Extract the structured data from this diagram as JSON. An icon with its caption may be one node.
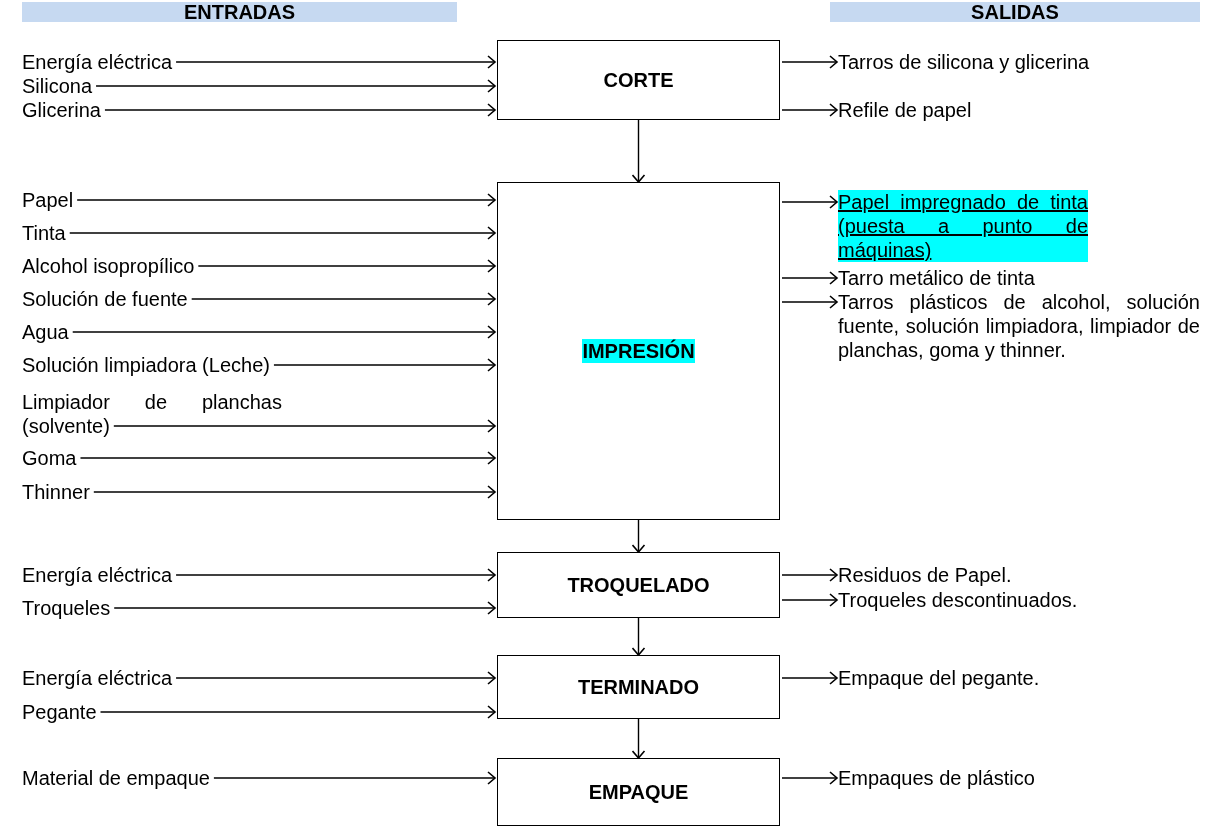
{
  "diagram": {
    "nodes": [
      {
        "text": [
          "ENTRADAS"
        ]
      },
      {
        "text": [
          "SALIDAS"
        ]
      },
      {
        "text": [
          "Energía eléctrica"
        ]
      },
      {
        "text": [
          "Silicona"
        ]
      },
      {
        "text": [
          "Glicerina"
        ]
      },
      {
        "text": [
          "CORTE"
        ]
      },
      {
        "text": [
          "Tarros de silicona y glicerina"
        ]
      },
      {
        "text": [
          "Refile de papel"
        ]
      },
      {
        "text": [
          "Papel"
        ]
      },
      {
        "text": [
          "Tinta"
        ]
      },
      {
        "text": [
          "Alcohol isopropílico"
        ]
      },
      {
        "text": [
          "Solución de fuente"
        ]
      },
      {
        "text": [
          "Agua"
        ]
      },
      {
        "text": [
          "Solución limpiadora (Leche)"
        ]
      },
      {
        "text": [
          "Limpiador de planchas (solvente)"
        ]
      },
      {
        "text": [
          "Goma"
        ]
      },
      {
        "text": [
          "Thinner"
        ]
      },
      {
        "text": [
          "IMPRESIÓN"
        ]
      },
      {
        "text": [
          "Papel impregnado de tinta (puesta a punto de máquinas)"
        ]
      },
      {
        "text": [
          "Tarro metálico de tinta"
        ]
      },
      {
        "text": [
          "Tarros plásticos de alcohol, solución fuente, solución limpiadora, limpiador de planchas, goma y thinner."
        ]
      },
      {
        "text": [
          "Energía eléctrica"
        ]
      },
      {
        "text": [
          "Troqueles"
        ]
      },
      {
        "text": [
          "TROQUELADO"
        ]
      },
      {
        "text": [
          "Residuos de Papel."
        ]
      },
      {
        "text": [
          "Troqueles descontinuados."
        ]
      },
      {
        "text": [
          "Energía eléctrica"
        ]
      },
      {
        "text": [
          "Pegante"
        ]
      },
      {
        "text": [
          "TERMINADO"
        ]
      },
      {
        "text": [
          "Empaque del pegante."
        ]
      },
      {
        "text": [
          "Material de empaque"
        ]
      },
      {
        "text": [
          "EMPAQUE"
        ]
      },
      {
        "text": [
          "Empaques de plástico"
        ]
      }
    ],
    "edges": [
      {
        "from": 2,
        "to": 5,
        "arrow": "to"
      },
      {
        "from": 3,
        "to": 5,
        "arrow": "to"
      },
      {
        "from": 4,
        "to": 5,
        "arrow": "to"
      },
      {
        "from": 5,
        "to": 6,
        "arrow": "to"
      },
      {
        "from": 5,
        "to": 7,
        "arrow": "to"
      },
      {
        "from": 5,
        "to": 17,
        "arrow": "to"
      },
      {
        "from": 8,
        "to": 17,
        "arrow": "to"
      },
      {
        "from": 9,
        "to": 17,
        "arrow": "to"
      },
      {
        "from": 10,
        "to": 17,
        "arrow": "to"
      },
      {
        "from": 11,
        "to": 17,
        "arrow": "to"
      },
      {
        "from": 12,
        "to": 17,
        "arrow": "to"
      },
      {
        "from": 13,
        "to": 17,
        "arrow": "to"
      },
      {
        "from": 14,
        "to": 17,
        "arrow": "to"
      },
      {
        "from": 15,
        "to": 17,
        "arrow": "to"
      },
      {
        "from": 16,
        "to": 17,
        "arrow": "to"
      },
      {
        "from": 17,
        "to": 18,
        "arrow": "to"
      },
      {
        "from": 17,
        "to": 19,
        "arrow": "to"
      },
      {
        "from": 17,
        "to": 20,
        "arrow": "to"
      },
      {
        "from": 17,
        "to": 23,
        "arrow": "to"
      },
      {
        "from": 21,
        "to": 23,
        "arrow": "to"
      },
      {
        "from": 22,
        "to": 23,
        "arrow": "to"
      },
      {
        "from": 23,
        "to": 24,
        "arrow": "to"
      },
      {
        "from": 23,
        "to": 25,
        "arrow": "to"
      },
      {
        "from": 23,
        "to": 28,
        "arrow": "to"
      },
      {
        "from": 26,
        "to": 28,
        "arrow": "to"
      },
      {
        "from": 27,
        "to": 28,
        "arrow": "to"
      },
      {
        "from": 28,
        "to": 29,
        "arrow": "to"
      },
      {
        "from": 28,
        "to": 31,
        "arrow": "to"
      },
      {
        "from": 30,
        "to": 31,
        "arrow": "to"
      },
      {
        "from": 31,
        "to": 32,
        "arrow": "to"
      }
    ]
  }
}
